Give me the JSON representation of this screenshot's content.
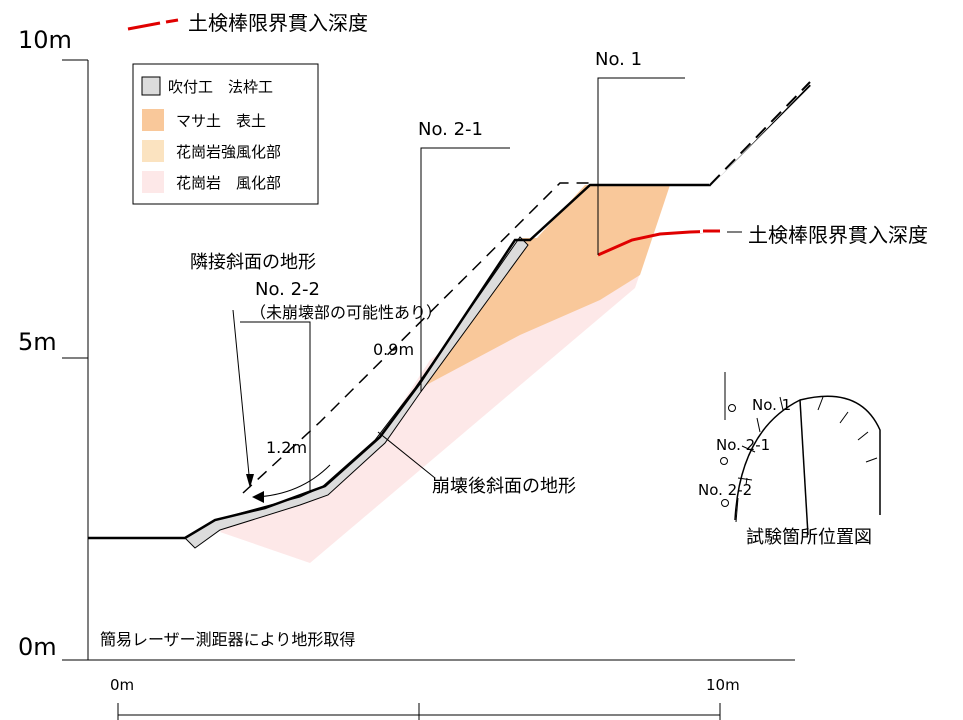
{
  "top_legend": {
    "label": "土検棒限界貫入深度",
    "color": "#e00000"
  },
  "y_axis": {
    "labels": [
      "10m",
      "5m",
      "0m"
    ]
  },
  "x_axis": {
    "labels": [
      "0m",
      "10m"
    ]
  },
  "legend": {
    "items": [
      {
        "label": "吹付工　法枠工",
        "color": "#dcdcdc"
      },
      {
        "label": "マサ土　表土",
        "color": "#f9c89a"
      },
      {
        "label": "花崗岩強風化部",
        "color": "#fbe3c0"
      },
      {
        "label": "花崗岩　風化部",
        "color": "#fde8e8"
      }
    ]
  },
  "annotations": {
    "no1": "No. 1",
    "no21": "No. 2-1",
    "no22": "No. 2-2",
    "no22_note": "（未崩壊部の可能性あり）",
    "adjacent_slope": "隣接斜面の地形",
    "collapsed_slope": "崩壊後斜面の地形",
    "limit_depth": "土検棒限界貫入深度",
    "depth_09": "0.9m",
    "depth_12": "1.2m",
    "measurement_note": "簡易レーザー測距器により地形取得"
  },
  "inset_map": {
    "title": "試験箇所位置図",
    "labels": [
      "No. 1",
      "No. 2-1",
      "No. 2-2"
    ]
  }
}
